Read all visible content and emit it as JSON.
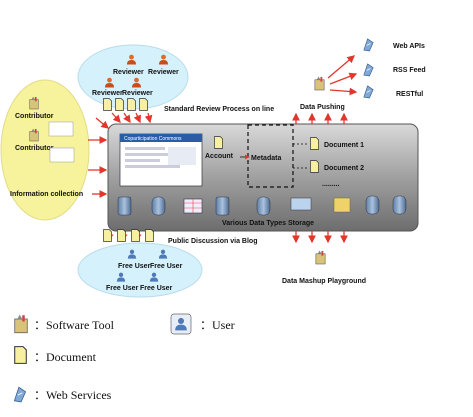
{
  "diagram": {
    "contributors": [
      "Contributor",
      "Contributor"
    ],
    "information_collection": "Information collection",
    "reviewers": [
      "Reviewer",
      "Reviewer",
      "Reviewer",
      "Reviewer"
    ],
    "review_process": "Standard Review Process on line",
    "public_discussion": "Public Discussion via Blog",
    "free_users": [
      "Free User",
      "Free User",
      "Free User",
      "Free User"
    ],
    "panel_header": "Coparticipation Commons",
    "account": "Account",
    "metadata": "Metadata",
    "documents": [
      "Document 1",
      "Document 2"
    ],
    "ellipsis": ".........",
    "storage": "Various Data Types Storage",
    "data_pushing": "Data Pushing",
    "web_services": [
      "Web APIs",
      "RSS Feed",
      "RESTful"
    ],
    "mashup": "Data Mashup Playground"
  },
  "legend": {
    "software_tool": "：Software Tool",
    "user": "：User",
    "document": "：Document",
    "web_services": "：Web Services"
  },
  "colors": {
    "arrow": "#e4352b",
    "platform": "#a8a8a8",
    "contributor_bubble": "#f7f29c",
    "reviewer_bubble": "#d5f1fb"
  }
}
